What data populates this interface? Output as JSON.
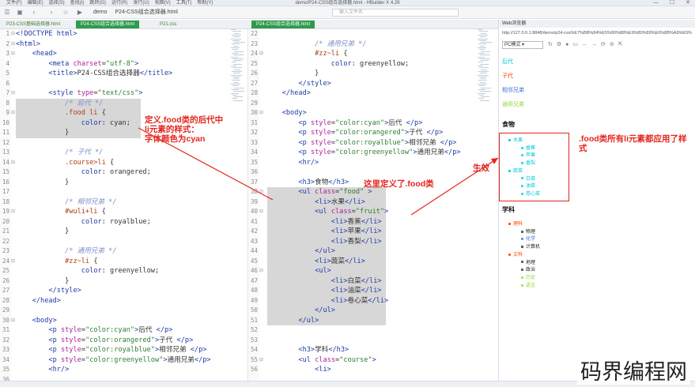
{
  "window": {
    "menu": [
      "文件(F)",
      "编辑(E)",
      "选择(S)",
      "查找(I)",
      "跳转(G)",
      "运行(R)",
      "发行(U)",
      "视图(V)",
      "工具(T)",
      "帮助(Y)"
    ],
    "title": "demo/P24-CSS组合选择器.html - HBuilder X 4.29",
    "controls": [
      "—",
      "☐",
      "✕"
    ]
  },
  "toolbar": {
    "breadcrumb": [
      "demo",
      "P24-CSS组合选择器.html"
    ],
    "search_placeholder": "输入文件名",
    "icons": [
      "menu-icon",
      "save-icon",
      "back-icon",
      "forward-icon",
      "star-icon",
      "run-icon",
      "file-icon"
    ]
  },
  "left_tabs": [
    "P23-CSS基础选择器.html",
    "P24-CSS组合选择器.html",
    "P21.css"
  ],
  "right_tabs": [
    "P24-CSS组合选择器.html"
  ],
  "left_editor": {
    "lines": [
      {
        "n": "1",
        "fold": "⊟",
        "html": "<span class=\"tag\">&lt;!DOCTYPE html&gt;</span>"
      },
      {
        "n": "2",
        "fold": "⊟",
        "html": "<span class=\"tag\">&lt;html&gt;</span>"
      },
      {
        "n": "3",
        "fold": "⊟",
        "html": "    <span class=\"tag\">&lt;head&gt;</span>"
      },
      {
        "n": "4",
        "fold": "",
        "html": "        <span class=\"tag\">&lt;meta</span> <span class=\"attr\">charset</span>=<span class=\"str\">\"utf-8\"</span><span class=\"tag\">&gt;</span>"
      },
      {
        "n": "5",
        "fold": "",
        "html": "        <span class=\"tag\">&lt;title&gt;</span>P24-CSS组合选择器<span class=\"tag\">&lt;/title&gt;</span>"
      },
      {
        "n": "6",
        "fold": "",
        "html": ""
      },
      {
        "n": "7",
        "fold": "⊟",
        "html": "        <span class=\"tag\">&lt;style</span> <span class=\"attr\">type</span>=<span class=\"str\">\"text/css\"</span><span class=\"tag\">&gt;</span>"
      },
      {
        "n": "8",
        "fold": "",
        "html": "            <span class=\"cm\">/* 后代 */</span>"
      },
      {
        "n": "9",
        "fold": "⊟",
        "html": "            <span class=\"sel\">.food li</span> {"
      },
      {
        "n": "10",
        "fold": "",
        "html": "                <span class=\"prop\">color</span>: <span class=\"val\">cyan</span>;"
      },
      {
        "n": "11",
        "fold": "",
        "html": "            }"
      },
      {
        "n": "12",
        "fold": "",
        "html": ""
      },
      {
        "n": "13",
        "fold": "",
        "html": "            <span class=\"cm\">/* 子代 */</span>"
      },
      {
        "n": "14",
        "fold": "⊟",
        "html": "            <span class=\"sel\">.course&gt;li</span> {"
      },
      {
        "n": "15",
        "fold": "",
        "html": "                <span class=\"prop\">color</span>: <span class=\"val\">orangered</span>;"
      },
      {
        "n": "16",
        "fold": "",
        "html": "            }"
      },
      {
        "n": "17",
        "fold": "",
        "html": ""
      },
      {
        "n": "18",
        "fold": "",
        "html": "            <span class=\"cm\">/* 相邻兄弟 */</span>"
      },
      {
        "n": "19",
        "fold": "⊟",
        "html": "            <span class=\"sel\">#wuli+li</span> {"
      },
      {
        "n": "20",
        "fold": "",
        "html": "                <span class=\"prop\">color</span>: <span class=\"val\">royalblue</span>;"
      },
      {
        "n": "21",
        "fold": "",
        "html": "            }"
      },
      {
        "n": "22",
        "fold": "",
        "html": ""
      },
      {
        "n": "23",
        "fold": "",
        "html": "            <span class=\"cm\">/* 通用兄弟 */</span>"
      },
      {
        "n": "24",
        "fold": "⊟",
        "html": "            <span class=\"sel\">#zz~li</span> {"
      },
      {
        "n": "25",
        "fold": "",
        "html": "                <span class=\"prop\">color</span>: <span class=\"val\">greenyellow</span>;"
      },
      {
        "n": "26",
        "fold": "",
        "html": "            }"
      },
      {
        "n": "27",
        "fold": "",
        "html": "        <span class=\"tag\">&lt;/style&gt;</span>"
      },
      {
        "n": "28",
        "fold": "",
        "html": "    <span class=\"tag\">&lt;/head&gt;</span>"
      },
      {
        "n": "29",
        "fold": "",
        "html": ""
      },
      {
        "n": "30",
        "fold": "⊟",
        "html": "    <span class=\"tag\">&lt;body&gt;</span>"
      },
      {
        "n": "31",
        "fold": "",
        "html": "        <span class=\"tag\">&lt;p</span> <span class=\"attr\">style</span>=<span class=\"str\">\"color:cyan\"</span><span class=\"tag\">&gt;</span>后代 <span class=\"tag\">&lt;/p&gt;</span>"
      },
      {
        "n": "32",
        "fold": "",
        "html": "        <span class=\"tag\">&lt;p</span> <span class=\"attr\">style</span>=<span class=\"str\">\"color:orangered\"</span><span class=\"tag\">&gt;</span>子代 <span class=\"tag\">&lt;/p&gt;</span>"
      },
      {
        "n": "33",
        "fold": "",
        "html": "        <span class=\"tag\">&lt;p</span> <span class=\"attr\">style</span>=<span class=\"str\">\"color:royalblue\"</span><span class=\"tag\">&gt;</span>相邻兄弟 <span class=\"tag\">&lt;/p&gt;</span>"
      },
      {
        "n": "34",
        "fold": "",
        "html": "        <span class=\"tag\">&lt;p</span> <span class=\"attr\">style</span>=<span class=\"str\">\"color:greenyellow\"</span><span class=\"tag\">&gt;</span>通用兄弟<span class=\"tag\">&lt;/p&gt;</span>"
      },
      {
        "n": "35",
        "fold": "",
        "html": "        <span class=\"tag\">&lt;hr/&gt;</span>"
      },
      {
        "n": "36",
        "fold": "",
        "html": ""
      }
    ]
  },
  "right_editor": {
    "lines": [
      {
        "n": "22",
        "fold": "",
        "html": ""
      },
      {
        "n": "23",
        "fold": "",
        "html": "            <span class=\"cm\">/* 通用兄弟 */</span>"
      },
      {
        "n": "24",
        "fold": "⊟",
        "html": "            <span class=\"sel\">#zz~li</span> {"
      },
      {
        "n": "25",
        "fold": "",
        "html": "                <span class=\"prop\">color</span>: <span class=\"val\">greenyellow</span>;"
      },
      {
        "n": "26",
        "fold": "",
        "html": "            }"
      },
      {
        "n": "27",
        "fold": "",
        "html": "        <span class=\"tag\">&lt;/style&gt;</span>"
      },
      {
        "n": "28",
        "fold": "",
        "html": "    <span class=\"tag\">&lt;/head&gt;</span>"
      },
      {
        "n": "29",
        "fold": "",
        "html": ""
      },
      {
        "n": "30",
        "fold": "⊟",
        "html": "    <span class=\"tag\">&lt;body&gt;</span>"
      },
      {
        "n": "31",
        "fold": "",
        "html": "        <span class=\"tag\">&lt;p</span> <span class=\"attr\">style</span>=<span class=\"str\">\"color:cyan\"</span><span class=\"tag\">&gt;</span>后代 <span class=\"tag\">&lt;/p&gt;</span>"
      },
      {
        "n": "32",
        "fold": "",
        "html": "        <span class=\"tag\">&lt;p</span> <span class=\"attr\">style</span>=<span class=\"str\">\"color:orangered\"</span><span class=\"tag\">&gt;</span>子代 <span class=\"tag\">&lt;/p&gt;</span>"
      },
      {
        "n": "33",
        "fold": "",
        "html": "        <span class=\"tag\">&lt;p</span> <span class=\"attr\">style</span>=<span class=\"str\">\"color:royalblue\"</span><span class=\"tag\">&gt;</span>相邻兄弟 <span class=\"tag\">&lt;/p&gt;</span>"
      },
      {
        "n": "34",
        "fold": "",
        "html": "        <span class=\"tag\">&lt;p</span> <span class=\"attr\">style</span>=<span class=\"str\">\"color:greenyellow\"</span><span class=\"tag\">&gt;</span>通用兄弟<span class=\"tag\">&lt;/p&gt;</span>"
      },
      {
        "n": "35",
        "fold": "",
        "html": "        <span class=\"tag\">&lt;hr/&gt;</span>"
      },
      {
        "n": "36",
        "fold": "",
        "html": ""
      },
      {
        "n": "37",
        "fold": "",
        "html": "        <span class=\"tag\">&lt;h3&gt;</span>食物<span class=\"tag\">&lt;/h3&gt;</span>"
      },
      {
        "n": "38",
        "fold": "⊟",
        "html": "        <span class=\"tag\">&lt;ul</span> <span class=\"attr\">class</span>=<span class=\"str\">\"food\"</span> <span class=\"tag\">&gt;</span>"
      },
      {
        "n": "39",
        "fold": "",
        "html": "            <span class=\"tag\">&lt;li&gt;</span>水果<span class=\"tag\">&lt;/li&gt;</span>"
      },
      {
        "n": "40",
        "fold": "⊟",
        "html": "            <span class=\"tag\">&lt;ul</span> <span class=\"attr\">class</span>=<span class=\"str\">\"fruit\"</span><span class=\"tag\">&gt;</span>"
      },
      {
        "n": "41",
        "fold": "",
        "html": "                <span class=\"tag\">&lt;li&gt;</span>香蕉<span class=\"tag\">&lt;/li&gt;</span>"
      },
      {
        "n": "42",
        "fold": "",
        "html": "                <span class=\"tag\">&lt;li&gt;</span>苹果<span class=\"tag\">&lt;/li&gt;</span>"
      },
      {
        "n": "43",
        "fold": "",
        "html": "                <span class=\"tag\">&lt;li&gt;</span>香梨<span class=\"tag\">&lt;/li&gt;</span>"
      },
      {
        "n": "44",
        "fold": "",
        "html": "            <span class=\"tag\">&lt;/ul&gt;</span>"
      },
      {
        "n": "45",
        "fold": "",
        "html": "            <span class=\"tag\">&lt;li&gt;</span>蔬菜<span class=\"tag\">&lt;/li&gt;</span>"
      },
      {
        "n": "46",
        "fold": "⊟",
        "html": "            <span class=\"tag\">&lt;ul&gt;</span>"
      },
      {
        "n": "47",
        "fold": "",
        "html": "                <span class=\"tag\">&lt;li&gt;</span>白菜<span class=\"tag\">&lt;/li&gt;</span>"
      },
      {
        "n": "48",
        "fold": "",
        "html": "                <span class=\"tag\">&lt;li&gt;</span>油菜<span class=\"tag\">&lt;/li&gt;</span>"
      },
      {
        "n": "49",
        "fold": "",
        "html": "                <span class=\"tag\">&lt;li&gt;</span>卷心菜<span class=\"tag\">&lt;/li&gt;</span>"
      },
      {
        "n": "50",
        "fold": "",
        "html": "            <span class=\"tag\">&lt;/ul&gt;</span>"
      },
      {
        "n": "51",
        "fold": "",
        "html": "        <span class=\"tag\">&lt;/ul&gt;</span>"
      },
      {
        "n": "52",
        "fold": "",
        "html": ""
      },
      {
        "n": "53",
        "fold": "",
        "html": ""
      },
      {
        "n": "54",
        "fold": "",
        "html": "        <span class=\"tag\">&lt;h3&gt;</span>学科<span class=\"tag\">&lt;/h3&gt;</span>"
      },
      {
        "n": "55",
        "fold": "⊟",
        "html": "        <span class=\"tag\">&lt;ul</span> <span class=\"attr\">class</span>=<span class=\"str\">\"course\"</span><span class=\"tag\">&gt;</span>"
      },
      {
        "n": "56",
        "fold": "",
        "html": "            <span class=\"tag\">&lt;li&gt;</span>"
      }
    ]
  },
  "browser": {
    "panel_title": "Web浏览器",
    "url": "http://127.0.0.1:8848/demo/p24-css%E7%BB%84%E5%90%88%E9%80%89%E6%8B%A9%E5%",
    "mode": "PC模式",
    "paragraphs": [
      {
        "text": "后代",
        "color": "#00c8d8"
      },
      {
        "text": "子代",
        "color": "#ff4500"
      },
      {
        "text": "相邻兄弟",
        "color": "#4169e1"
      },
      {
        "text": "通用兄弟",
        "color": "#8bd83a"
      }
    ],
    "food_heading": "食物",
    "food": [
      {
        "text": "水果",
        "level": 1
      },
      {
        "text": "香蕉",
        "level": 2
      },
      {
        "text": "苹果",
        "level": 2
      },
      {
        "text": "香梨",
        "level": 2
      },
      {
        "text": "蔬菜",
        "level": 1
      },
      {
        "text": "白菜",
        "level": 2
      },
      {
        "text": "油菜",
        "level": 2
      },
      {
        "text": "卷心菜",
        "level": 2
      }
    ],
    "course_heading": "学科",
    "course": [
      {
        "text": "理科",
        "level": 1,
        "color": "#ff4500"
      },
      {
        "text": "物理",
        "level": 2,
        "color": "#222222"
      },
      {
        "text": "化学",
        "level": 2,
        "color": "#4169e1"
      },
      {
        "text": "计算机",
        "level": 2,
        "color": "#222222"
      },
      {
        "text": "文科",
        "level": 1,
        "color": "#ff4500"
      },
      {
        "text": "地理",
        "level": 2,
        "color": "#222222"
      },
      {
        "text": "政治",
        "level": 2,
        "color": "#222222"
      },
      {
        "text": "历史",
        "level": 2,
        "color": "#8bd83a"
      },
      {
        "text": "语言",
        "level": 2,
        "color": "#8bd83a"
      }
    ]
  },
  "annotations": {
    "left_note": [
      "定义.food类的后代中",
      "li元素的样式：",
      "字体颜色为cyan"
    ],
    "middle_note": "这里定义了.food类",
    "effect_note": "生效",
    "right_note": [
      ".food类所有li元素都应用了样",
      "式"
    ]
  },
  "colors": {
    "accent": "#2e9a4c",
    "annotation": "#e4261f",
    "food_li": "#00c8d8"
  },
  "watermark": "码界编程网"
}
